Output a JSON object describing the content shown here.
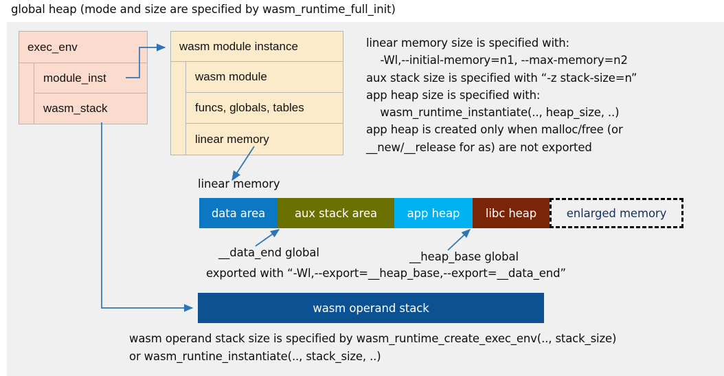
{
  "title": "global heap (mode and size are specified by wasm_runtime_full_init)",
  "colors": {
    "panel_bg": "#f0f0f0",
    "exec_env_fill": "#fbdbcd",
    "module_instance_fill": "#fcebca",
    "box_border": "#b5b5b5",
    "arrow": "#2e75b6",
    "data_area": "#0c78c4",
    "aux_stack_area": "#6b7100",
    "app_heap": "#00b0f0",
    "libc_heap": "#7b2508",
    "enlarged_memory_text": "#16305e",
    "operand_stack": "#0c5293"
  },
  "exec_env": {
    "header": "exec_env",
    "rows": [
      {
        "label": "module_inst"
      },
      {
        "label": "wasm_stack"
      }
    ]
  },
  "module_instance": {
    "header": "wasm module instance",
    "rows": [
      {
        "label": "wasm module"
      },
      {
        "label": "funcs, globals, tables"
      },
      {
        "label": "linear memory"
      }
    ]
  },
  "note": "linear memory size is specified with:\n    -Wl,--initial-memory=n1, --max-memory=n2\naux stack size is specified with “-z stack-size=n”\napp heap size is specified with:\n    wasm_runtime_instantiate(.., heap_size, ..)\napp heap is created only when malloc/free (or\n__new/__release for as) are not exported",
  "linear_memory": {
    "label": "linear memory",
    "segments": [
      {
        "label": "data area",
        "color": "#0c78c4",
        "width": 114,
        "style": "solid"
      },
      {
        "label": "aux stack area",
        "color": "#6b7100",
        "width": 170,
        "style": "solid"
      },
      {
        "label": "app heap",
        "color": "#00b0f0",
        "width": 114,
        "style": "solid"
      },
      {
        "label": "libc heap",
        "color": "#7b2508",
        "width": 112,
        "style": "solid"
      },
      {
        "label": "enlarged memory",
        "color": "#f0f0f0",
        "width": 195,
        "style": "dashed"
      }
    ]
  },
  "annotations": {
    "data_end": "__data_end global",
    "heap_base": "__heap_base global",
    "exported": "exported with “-Wl,--export=__heap_base,--export=__data_end”"
  },
  "operand_stack": {
    "label": "wasm operand stack",
    "note": "wasm operand stack size is specified by wasm_runtime_create_exec_env(.., stack_size)\nor wasm_runtine_instantiate(.., stack_size, ..)"
  }
}
